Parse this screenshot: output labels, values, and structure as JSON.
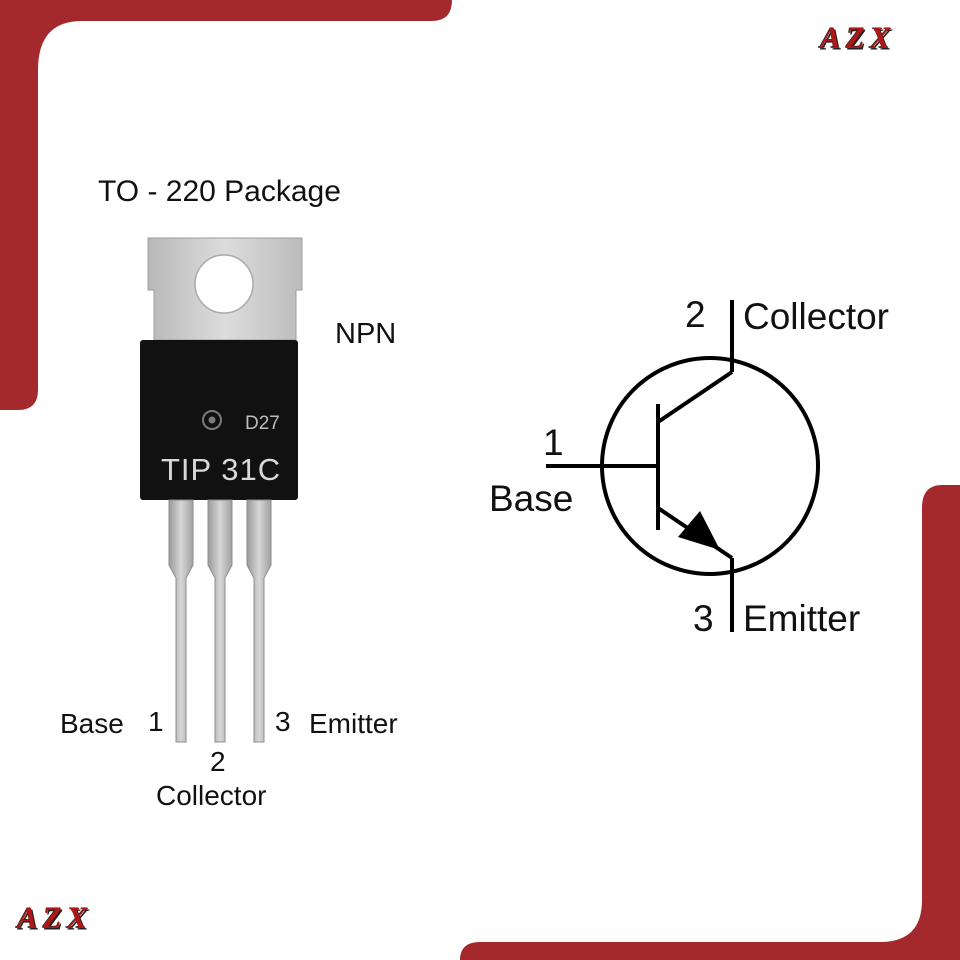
{
  "brand": {
    "top_right": "AZX",
    "bottom_left": "AZX"
  },
  "package": {
    "title": "TO - 220 Package",
    "type": "NPN",
    "chip_code": "D27",
    "part_number": "TIP 31C",
    "pins": [
      {
        "number": "1",
        "name": "Base"
      },
      {
        "number": "2",
        "name": "Collector"
      },
      {
        "number": "3",
        "name": "Emitter"
      }
    ]
  },
  "schematic": {
    "collector": {
      "number": "2",
      "name": "Collector"
    },
    "base": {
      "number": "1",
      "name": "Base"
    },
    "emitter": {
      "number": "3",
      "name": "Emitter"
    }
  },
  "colors": {
    "frame": "#a4292c",
    "brand": "#b01818",
    "chip_body": "#111111",
    "tab": "#c9c9c9"
  }
}
